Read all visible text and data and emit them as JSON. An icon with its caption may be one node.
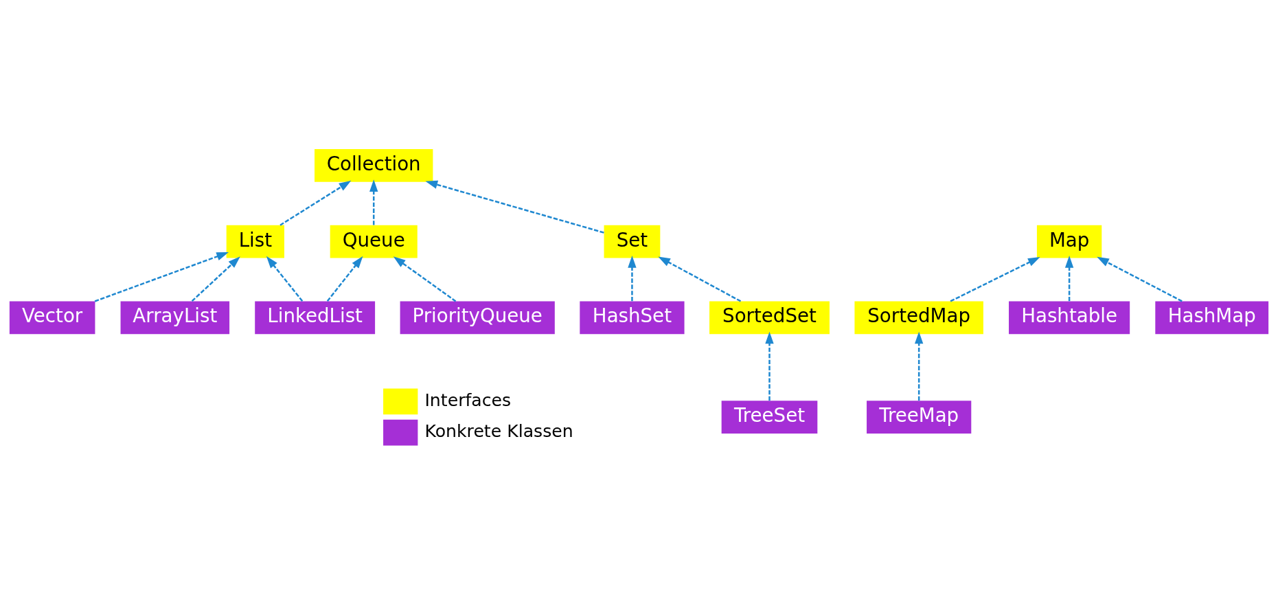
{
  "diagram": {
    "nodes": [
      {
        "text": [
          "Collection"
        ]
      },
      {
        "text": [
          "Map"
        ]
      },
      {
        "text": [
          "List"
        ]
      },
      {
        "text": [
          "Queue"
        ]
      },
      {
        "text": [
          "Set"
        ]
      },
      {
        "text": [
          "SortedMap"
        ]
      },
      {
        "text": [
          "Hashtable"
        ]
      },
      {
        "text": [
          "Vector"
        ]
      },
      {
        "text": [
          "TreeMap"
        ]
      },
      {
        "text": [
          "HashSet"
        ]
      },
      {
        "text": [
          "SortedSet"
        ]
      },
      {
        "text": [
          "LinkedList"
        ]
      },
      {
        "text": [
          "ArrayList"
        ]
      },
      {
        "text": [
          "HashMap"
        ]
      },
      {
        "text": [
          "PriorityQueue"
        ]
      },
      {
        "text": [
          "TreeSet"
        ]
      }
    ],
    "edges": [
      {
        "from": 2,
        "to": 0,
        "arrow": "to",
        "style": "dashed"
      },
      {
        "from": 3,
        "to": 0,
        "arrow": "to",
        "style": "dashed"
      },
      {
        "from": 4,
        "to": 0,
        "arrow": "to",
        "style": "dashed"
      },
      {
        "from": 6,
        "to": 1,
        "arrow": "to",
        "style": "dashed"
      },
      {
        "from": 13,
        "to": 1,
        "arrow": "to",
        "style": "dashed"
      },
      {
        "from": 5,
        "to": 1,
        "arrow": "to",
        "style": "dashed"
      },
      {
        "from": 7,
        "to": 2,
        "arrow": "to",
        "style": "dashed"
      },
      {
        "from": 12,
        "to": 2,
        "arrow": "to",
        "style": "dashed"
      },
      {
        "from": 11,
        "to": 2,
        "arrow": "to",
        "style": "dashed"
      },
      {
        "from": 11,
        "to": 3,
        "arrow": "to",
        "style": "dashed"
      },
      {
        "from": 14,
        "to": 3,
        "arrow": "to",
        "style": "dashed"
      },
      {
        "from": 9,
        "to": 4,
        "arrow": "to",
        "style": "dashed"
      },
      {
        "from": 10,
        "to": 4,
        "arrow": "to",
        "style": "dashed"
      },
      {
        "from": 15,
        "to": 10,
        "arrow": "to",
        "style": "dashed"
      },
      {
        "from": 8,
        "to": 5,
        "arrow": "to",
        "style": "dashed"
      }
    ],
    "legend": [
      {
        "text": "Interfaces",
        "color": "#ffff00"
      },
      {
        "text": "Konkrete Klassen",
        "color": "#a52fd6"
      }
    ]
  }
}
